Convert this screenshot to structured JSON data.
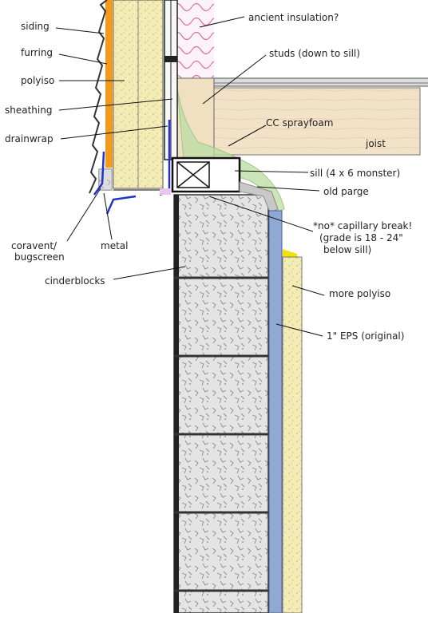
{
  "labels": {
    "siding": "siding",
    "furring": "furring",
    "polyiso": "polyiso",
    "sheathing": "sheathing",
    "drainwrap": "drainwrap",
    "coravent_1": "coravent/",
    "coravent_2": "bugscreen",
    "metal": "metal",
    "cinderblocks": "cinderblocks",
    "ancient_insulation": "ancient insulation?",
    "studs": "studs (down to sill)",
    "cc_sprayfoam": "CC sprayfoam",
    "joist": "joist",
    "sill": "sill (4 x 6 monster)",
    "old_parge": "old parge",
    "capillary_1": "*no* capillary break!",
    "capillary_2": "(grade is 18 - 24\"",
    "capillary_3": "below sill)",
    "more_polyiso": "more polyiso",
    "eps": "1\" EPS (original)"
  },
  "colors": {
    "foam_yellow": "#f3ecb4",
    "furring_orange": "#f29a1c",
    "eps_blue": "#8fa9d6",
    "joist_wood": "#f2e2c8",
    "sprayfoam_green": "#b9dca0",
    "insulation_pink": "#e06aa8",
    "flashing_blue": "#2233cc",
    "block_gray": "#d9d9d9"
  }
}
